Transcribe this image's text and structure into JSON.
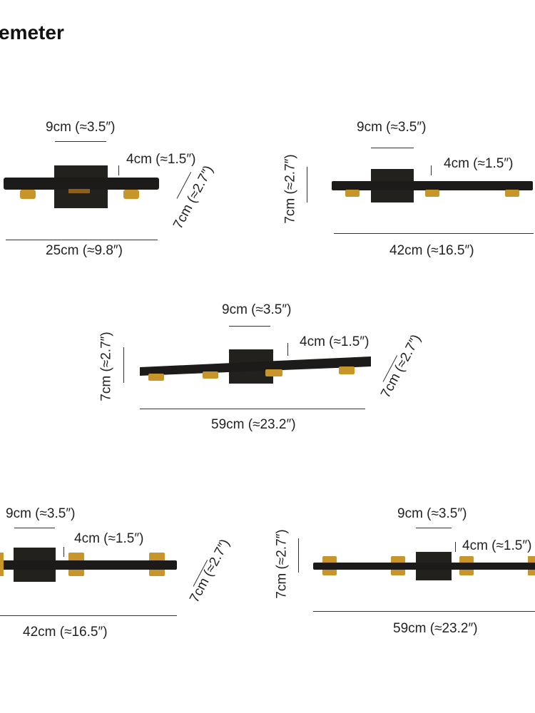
{
  "page": {
    "title": "emeter"
  },
  "colors": {
    "bar": "#1c1b19",
    "plate": "#23211e",
    "brass": "#c8952a",
    "brass_dark": "#8a6115",
    "line": "#333333"
  },
  "fixtures": [
    {
      "width_label": "25cm (≈9.8″)",
      "plate_label": "9cm (≈3.5″)",
      "depth_label": "4cm (≈1.5″)",
      "height_label": "7cm (≈2.7″)",
      "lights": 2
    },
    {
      "width_label": "42cm (≈16.5″)",
      "plate_label": "9cm (≈3.5″)",
      "depth_label": "4cm (≈1.5″)",
      "height_label": "7cm (≈2.7″)",
      "lights": 3
    },
    {
      "width_label": "59cm (≈23.2″)",
      "plate_label": "9cm (≈3.5″)",
      "depth_label": "4cm (≈1.5″)",
      "height_label": "7cm (≈2.7″)",
      "height_label_right": "7cm (≈2.7″)",
      "lights": 4
    },
    {
      "width_label": "42cm (≈16.5″)",
      "plate_label": "9cm (≈3.5″)",
      "depth_label": "4cm (≈1.5″)",
      "height_label": "7cm (≈2.7″)",
      "lights": 3
    },
    {
      "width_label": "59cm (≈23.2″)",
      "plate_label": "9cm (≈3.5″)",
      "depth_label": "4cm (≈1.5″)",
      "height_label": "7cm (≈2.7″)",
      "lights": 4
    }
  ]
}
